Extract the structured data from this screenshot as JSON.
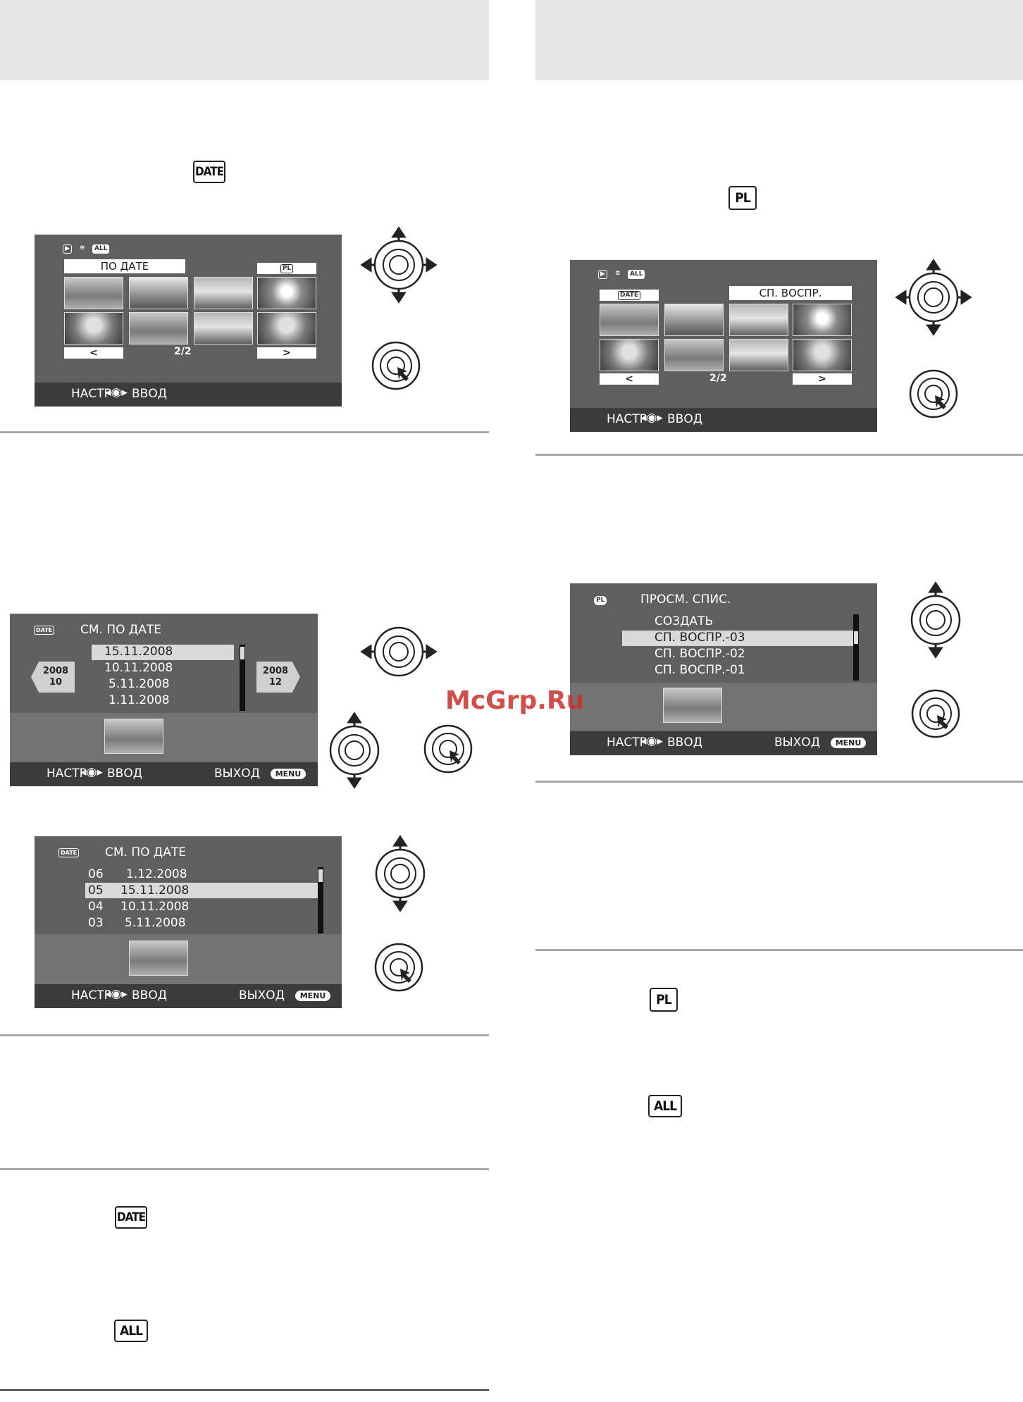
{
  "icons": {
    "date": "DATE",
    "pl": "PL",
    "all": "ALL"
  },
  "watermark": "McGrp.Ru",
  "screen1": {
    "title_left": "ПО ДАТЕ",
    "title_right": "PL",
    "page": "2/2",
    "prev": "<",
    "next": ">",
    "foot_left": "НАСТР",
    "foot_mid": "ВВОД"
  },
  "screen2": {
    "title_left": "DATE",
    "title_right": "СП. ВОСПР.",
    "page": "2/2",
    "prev": "<",
    "next": ">",
    "foot_left": "НАСТР",
    "foot_mid": "ВВОД"
  },
  "screen3": {
    "icon": "DATE",
    "title": "СМ. ПО ДАТЕ",
    "dates": [
      "15.11.2008",
      "10.11.2008",
      "5.11.2008",
      "1.11.2008"
    ],
    "left_nav": [
      "2008",
      "10"
    ],
    "right_nav": [
      "2008",
      "12"
    ],
    "foot_left": "НАСТР",
    "foot_mid": "ВВОД",
    "foot_right": "ВЫХОД",
    "menu": "MENU"
  },
  "screen4": {
    "icon": "PL",
    "title": "ПРОСМ. СПИС.",
    "items": [
      "СОЗДАТЬ",
      "СП. ВОСПР.-03",
      "СП. ВОСПР.-02",
      "СП. ВОСПР.-01"
    ],
    "foot_left": "НАСТР",
    "foot_mid": "ВВОД",
    "foot_right": "ВЫХОД",
    "menu": "MENU"
  },
  "screen5": {
    "icon": "DATE",
    "title": "СМ. ПО ДАТЕ",
    "rows": [
      {
        "n": "06",
        "d": "1.12.2008"
      },
      {
        "n": "05",
        "d": "15.11.2008"
      },
      {
        "n": "04",
        "d": "10.11.2008"
      },
      {
        "n": "03",
        "d": "5.11.2008"
      }
    ],
    "foot_left": "НАСТР",
    "foot_mid": "ВВОД",
    "foot_right": "ВЫХОД",
    "menu": "MENU"
  }
}
